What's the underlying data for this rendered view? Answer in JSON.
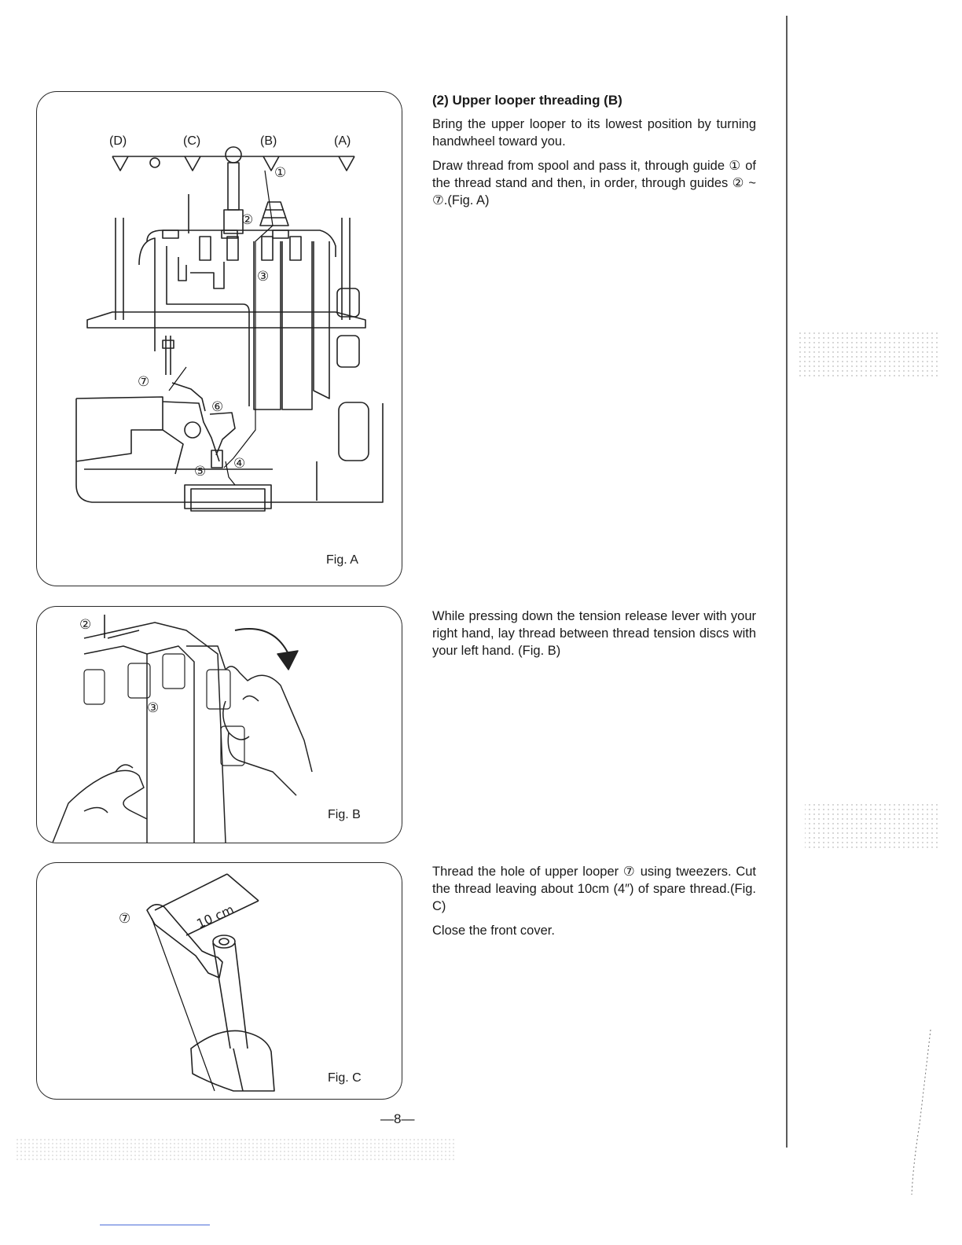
{
  "figures": {
    "fig_a": {
      "label": "Fig. A",
      "stand_labels": [
        "(D)",
        "(C)",
        "(B)",
        "(A)"
      ],
      "guide_marks": [
        "①",
        "②",
        "③",
        "④",
        "⑤",
        "⑥",
        "⑦"
      ]
    },
    "fig_b": {
      "label": "Fig. B",
      "guide_marks": [
        "②",
        "③"
      ]
    },
    "fig_c": {
      "label": "Fig. C",
      "guide_mark": "⑦",
      "measure_label": "10 cm"
    }
  },
  "section": {
    "heading": "(2) Upper looper threading (B)",
    "paragraphs": [
      "Bring the upper looper to its lowest position by turning handwheel toward you.",
      "Draw thread from spool and pass it, through guide ① of the thread stand and then, in order, through guides ② ~ ⑦.(Fig. A)"
    ]
  },
  "tension_instructions": {
    "paragraphs": [
      "While pressing down the tension release lever with your right hand, lay thread between thread tension discs with your left hand. (Fig. B)"
    ]
  },
  "looper_instructions": {
    "paragraphs": [
      "Thread the hole of upper looper ⑦ using tweezers. Cut the thread leaving about 10cm (4″) of spare thread.(Fig. C)",
      "Close the front cover."
    ]
  },
  "page_number": "—8—"
}
